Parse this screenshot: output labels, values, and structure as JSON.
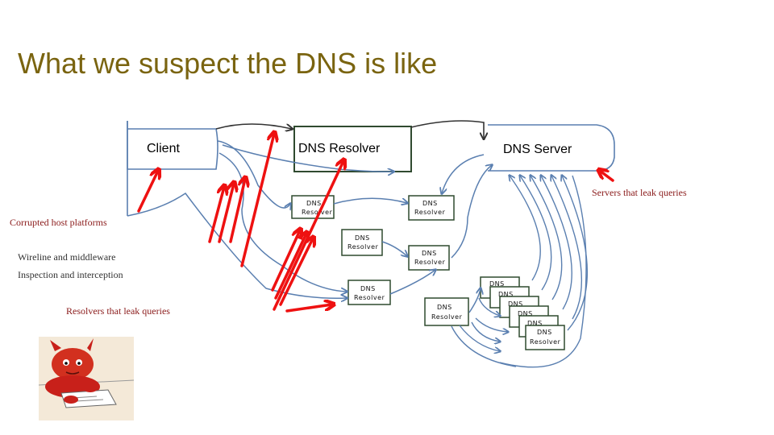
{
  "slide": {
    "title": "What we suspect the DNS is like"
  },
  "nodes": {
    "client": "Client",
    "dns_resolver": "DNS Resolver",
    "dns_server": "DNS Server",
    "resolver_line1": "DNS",
    "resolver_line2": "Resolver"
  },
  "annotations": {
    "servers_leak": "Servers that leak queries",
    "corrupted_host": "Corrupted host platforms",
    "wireline": "Wireline and middleware",
    "inspection": "Inspection and interception",
    "resolvers_leak": "Resolvers that leak queries"
  },
  "colors": {
    "title": "#7a6410",
    "arrow_blue": "#5a7fb0",
    "arrow_dark": "#333333",
    "attack_red": "#ee1111",
    "annotation_red": "#8a1a1a",
    "annotation_dark": "#333333",
    "box_green": "#2f4a2f"
  }
}
